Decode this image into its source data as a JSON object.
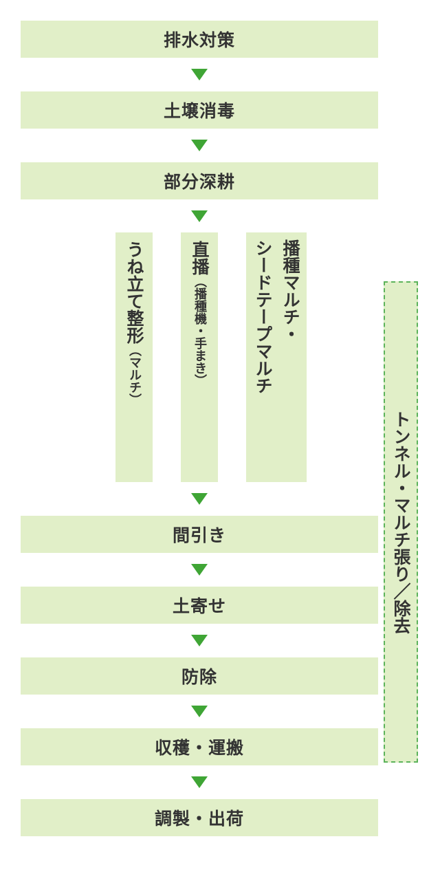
{
  "colors": {
    "box_fill": "#e1efc8",
    "arrow": "#3fa535",
    "dashed_border": "#5cb35a",
    "text": "#333333"
  },
  "steps_top": [
    {
      "label": "排水対策"
    },
    {
      "label": "土壌消毒"
    },
    {
      "label": "部分深耕"
    }
  ],
  "parallel_steps": [
    {
      "main": "うね立て整形",
      "sub": "（マルチ）"
    },
    {
      "main": "直播",
      "sub": "（播種機・手まき）"
    },
    {
      "line1": "播種マルチ・",
      "line2": "シードテープマルチ"
    }
  ],
  "steps_bottom": [
    {
      "label": "間引き"
    },
    {
      "label": "土寄せ"
    },
    {
      "label": "防除"
    },
    {
      "label": "収穫・運搬"
    },
    {
      "label": "調製・出荷"
    }
  ],
  "side_note": {
    "label": "トンネル・マルチ張り／除去"
  },
  "arrow_icon": "down-triangle-icon"
}
